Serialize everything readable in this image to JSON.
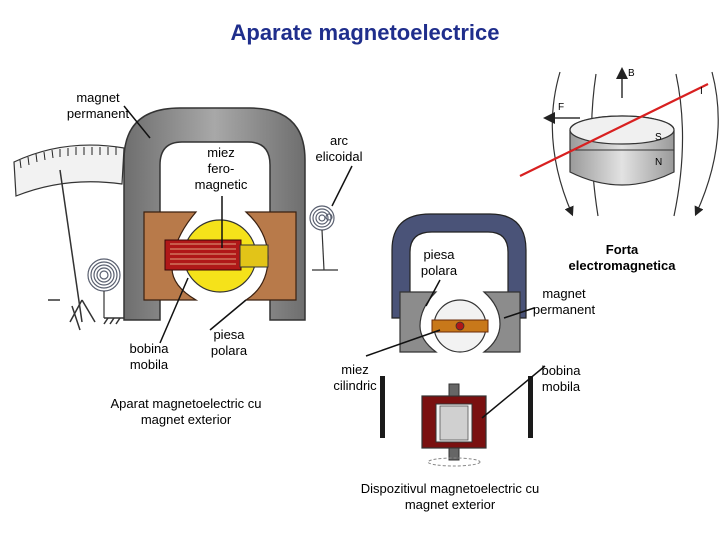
{
  "title": "Aparate magnetoelectrice",
  "labels": {
    "magnet_permanent_left": "magnet\npermanent",
    "miez_feromagnetic": "miez\nfero-\nmagnetic",
    "arc_elicoidal": "arc\nelicoidal",
    "bobina_mobila_left": "bobina\nmobila",
    "piesa_polara_left": "piesa\npolara",
    "caption_left": "Aparat magnetoelectric cu\nmagnet exterior",
    "piesa_polara_right": "piesa\npolara",
    "forta_electromagnetica": "Forta\nelectromagnetica",
    "magnet_permanent_right": "magnet\npermanent",
    "miez_cilindric": "miez\ncilindric",
    "bobina_mobila_right": "bobina\nmobila",
    "caption_right": "Dispozitivul magnetoelectric cu\nmagnet exterior"
  },
  "force_diagram": {
    "field_label": "B",
    "force_label": "F",
    "current_label": "I",
    "south_label": "S",
    "north_label": "N"
  },
  "colors": {
    "title": "#1f2e8c",
    "magnet_gray": "#8c8c8c",
    "magnet_navy": "#4a5378",
    "core_yellow": "#f5e21a",
    "pole_brown": "#b87a4a",
    "coil_red": "#b01818",
    "wire_red": "#d82020"
  }
}
